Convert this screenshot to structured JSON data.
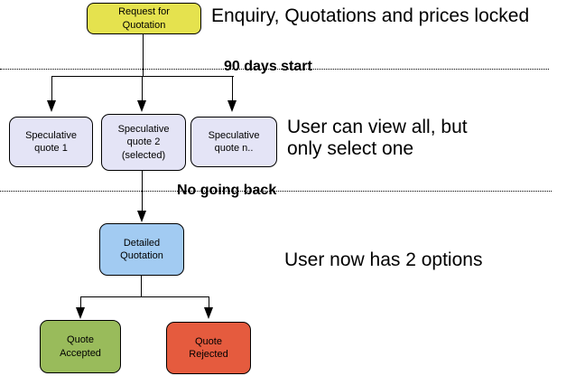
{
  "nodes": {
    "request": {
      "label": "Request for\nQuotation",
      "fill": "#e5e24e"
    },
    "spec1": {
      "label": "Speculative\nquote 1",
      "fill": "#e4e4f6"
    },
    "spec2": {
      "label": "Speculative\nquote 2\n(selected)",
      "fill": "#e4e4f6"
    },
    "specN": {
      "label": "Speculative\nquote n..",
      "fill": "#e4e4f6"
    },
    "detailed": {
      "label": "Detailed\nQuotation",
      "fill": "#a2cbf2"
    },
    "accepted": {
      "label": "Quote\nAccepted",
      "fill": "#99bb5b"
    },
    "rejected": {
      "label": "Quote\nRejected",
      "fill": "#e55b3e"
    }
  },
  "dividers": {
    "first": {
      "label": "90 days start"
    },
    "second": {
      "label": "No going back"
    }
  },
  "annotations": {
    "top": "Enquiry, Quotations and prices locked",
    "middle": "User can view all, but\nonly select one",
    "bottom": "User now has 2 options"
  },
  "colors": {
    "background": "#ffffff",
    "line": "#000000",
    "request_fill": "#e5e24e",
    "speculative_fill": "#e4e4f6",
    "detailed_fill": "#a2cbf2",
    "accepted_fill": "#99bb5b",
    "rejected_fill": "#e55b3e"
  }
}
